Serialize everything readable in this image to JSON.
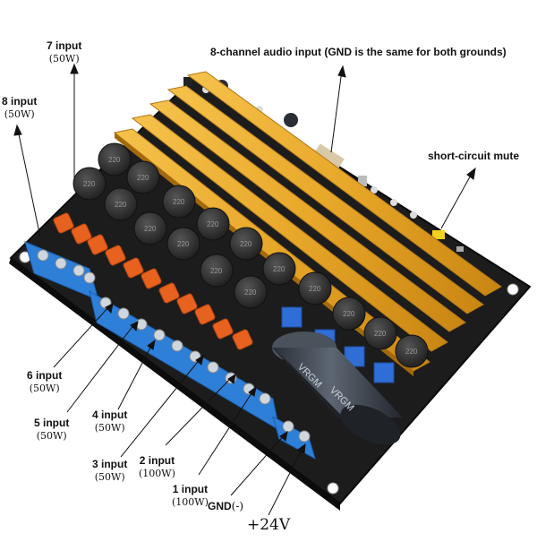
{
  "labels": {
    "in7": {
      "title": "7 input",
      "power": "(50W)"
    },
    "in8": {
      "title": "8 input",
      "power": "(50W)"
    },
    "in6": {
      "title": "6 input",
      "power": "(50W)"
    },
    "in5": {
      "title": "5 input",
      "power": "(50W)"
    },
    "in4": {
      "title": "4 input",
      "power": "(50W)"
    },
    "in3": {
      "title": "3 input",
      "power": "(50W)"
    },
    "in2": {
      "title": "2 input",
      "power": "(100W)"
    },
    "in1": {
      "title": "1 input",
      "power": "(100W)"
    },
    "audio_input": "8-channel audio input (GND is the same for both grounds)",
    "mute": "short-circuit mute",
    "gnd": "GND",
    "gnd_sign": "(-)",
    "vplus": "+24V"
  },
  "board_markings": {
    "inductor": "220",
    "capacitor_brand": "VRGM"
  },
  "colors": {
    "board": "#1a1a1a",
    "heatsink": "#e8a82a",
    "terminal": "#2d7fd8",
    "film_cap": "#e8621f",
    "inductor": "#2e2e2e",
    "electrolytic": "#3a4048"
  }
}
